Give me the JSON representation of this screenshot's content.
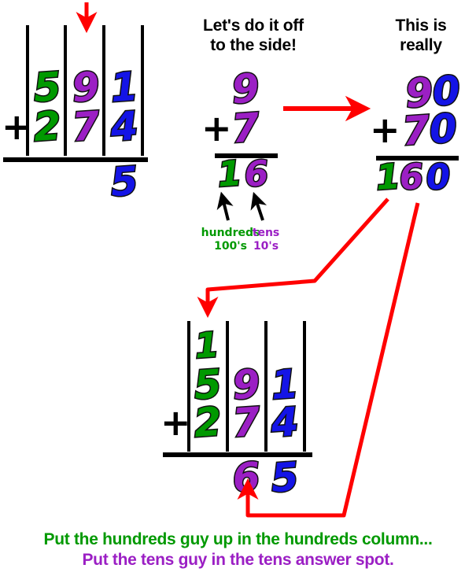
{
  "colors": {
    "green": "#009900",
    "purple": "#9B1FC4",
    "blue": "#1414E6",
    "red": "#FF0000",
    "black": "#000000"
  },
  "headings": {
    "middle": "Let's do it off\nto the side!",
    "right": "This is\nreally"
  },
  "top_problem": {
    "name": "three-digit-addition-top",
    "addend1": {
      "hundreds": "5",
      "tens": "9",
      "ones": "1"
    },
    "operator": "+",
    "addend2": {
      "hundreds": "2",
      "tens": "7",
      "ones": "4"
    },
    "answer": {
      "ones": "5"
    }
  },
  "side_problem": {
    "name": "tens-column-side-work",
    "addend1": "9",
    "operator": "+",
    "addend2": "7",
    "sum_hundreds_digit": "1",
    "sum_tens_digit": "6",
    "labels": {
      "hundreds_word": "hundreds",
      "hundreds_short": "100's",
      "tens_word": "tens",
      "tens_short": "10's"
    }
  },
  "expanded_problem": {
    "name": "expanded-tens-addition",
    "addend1": "90",
    "operator": "+",
    "addend2": "70",
    "sum_hundreds_digit": "1",
    "sum_tens_digit": "6",
    "sum_ones_digit": "0"
  },
  "bottom_problem": {
    "name": "three-digit-addition-bottom",
    "carry": "1",
    "addend1": {
      "hundreds": "5",
      "tens": "9",
      "ones": "1"
    },
    "operator": "+",
    "addend2": {
      "hundreds": "2",
      "tens": "7",
      "ones": "4"
    },
    "answer": {
      "tens": "6",
      "ones": "5"
    }
  },
  "captions": {
    "line1": "Put the hundreds guy up in the hundreds column...",
    "line2": "Put the tens guy in the tens answer spot."
  },
  "annotations": {
    "arrow_down_top": "red-down-arrow-tens-column",
    "arrow_right": "red-right-arrow-expand",
    "arrow_carry": "red-arrow-carry-to-hundreds",
    "arrow_tens": "red-arrow-tens-to-answer",
    "arrow_hundreds_label": "black-arrow-hundreds",
    "arrow_tens_label": "black-arrow-tens"
  }
}
